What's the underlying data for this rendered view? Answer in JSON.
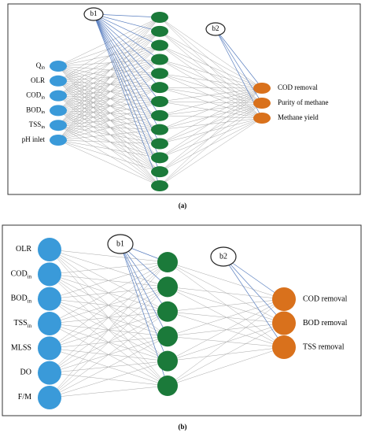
{
  "panel_a": {
    "caption": "(a)",
    "bias_hidden": "b1",
    "bias_output": "b2",
    "inputs": [
      {
        "main": "Q",
        "sub": "in"
      },
      {
        "main": "OLR",
        "sub": ""
      },
      {
        "main": "COD",
        "sub": "in"
      },
      {
        "main": "BOD",
        "sub": "in"
      },
      {
        "main": "TSS",
        "sub": "in"
      },
      {
        "main": "pH inlet",
        "sub": ""
      }
    ],
    "hidden_count": 13,
    "outputs": [
      "COD removal",
      "Purity of methane",
      "Methane yield"
    ]
  },
  "panel_b": {
    "caption": "(b)",
    "bias_hidden": "b1",
    "bias_output": "b2",
    "inputs": [
      {
        "main": "OLR",
        "sub": ""
      },
      {
        "main": "COD",
        "sub": "in"
      },
      {
        "main": "BOD",
        "sub": "in"
      },
      {
        "main": "TSS",
        "sub": "in"
      },
      {
        "main": "MLSS",
        "sub": ""
      },
      {
        "main": "DO",
        "sub": ""
      },
      {
        "main": "F/M",
        "sub": ""
      }
    ],
    "hidden_count": 6,
    "outputs": [
      "COD removal",
      "BOD removal",
      "TSS removal"
    ]
  },
  "colors": {
    "input_node": "#3a9ad9",
    "hidden_node": "#1b7a3a",
    "output_node": "#d9711c",
    "connection": "#a8a8a8",
    "bias_connection": "#5a7fc0",
    "frame": "#333333"
  }
}
